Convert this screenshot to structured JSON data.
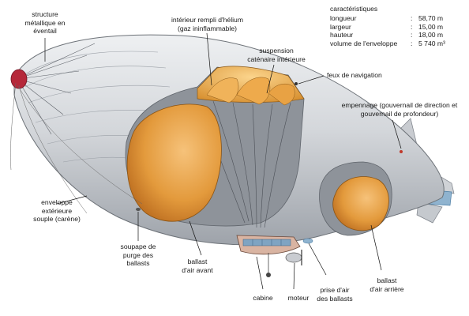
{
  "labels": {
    "structure": "structure\nmétallique en\néventail",
    "interieur": "intérieur rempli d'hélium\n(gaz ininflammable)",
    "suspension": "suspension\ncaténaire intérieure",
    "feux": "feux de navigation",
    "empennage": "empennage (gouvernail de direction et\ngouvernail de profondeur)",
    "enveloppe": "enveloppe\nextérieure\nsouple (carène)",
    "soupape": "soupape de\npurge des\nballasts",
    "ballast_avant": "ballast\nd'air avant",
    "cabine": "cabine",
    "moteur": "moteur",
    "prise": "prise d'air\ndes ballasts",
    "ballast_arriere": "ballast\nd'air arrière"
  },
  "specs": {
    "title": "caractéristiques",
    "rows": [
      {
        "key": "longueur",
        "sep": ":",
        "value": "58,70 m"
      },
      {
        "key": "largeur",
        "sep": ":",
        "value": "15,00 m"
      },
      {
        "key": "hauteur",
        "sep": ":",
        "value": "18,00 m"
      },
      {
        "key": "volume de l'enveloppe",
        "sep": ":",
        "value": "5 740 m³"
      }
    ]
  },
  "colors": {
    "hull": "#d3d6da",
    "hull_shadow": "#a9adb3",
    "helium": "#e9a84a",
    "ballast": "#e08a2f",
    "nose_cap": "#b5283a",
    "fin_trim": "#5a8fb8"
  }
}
